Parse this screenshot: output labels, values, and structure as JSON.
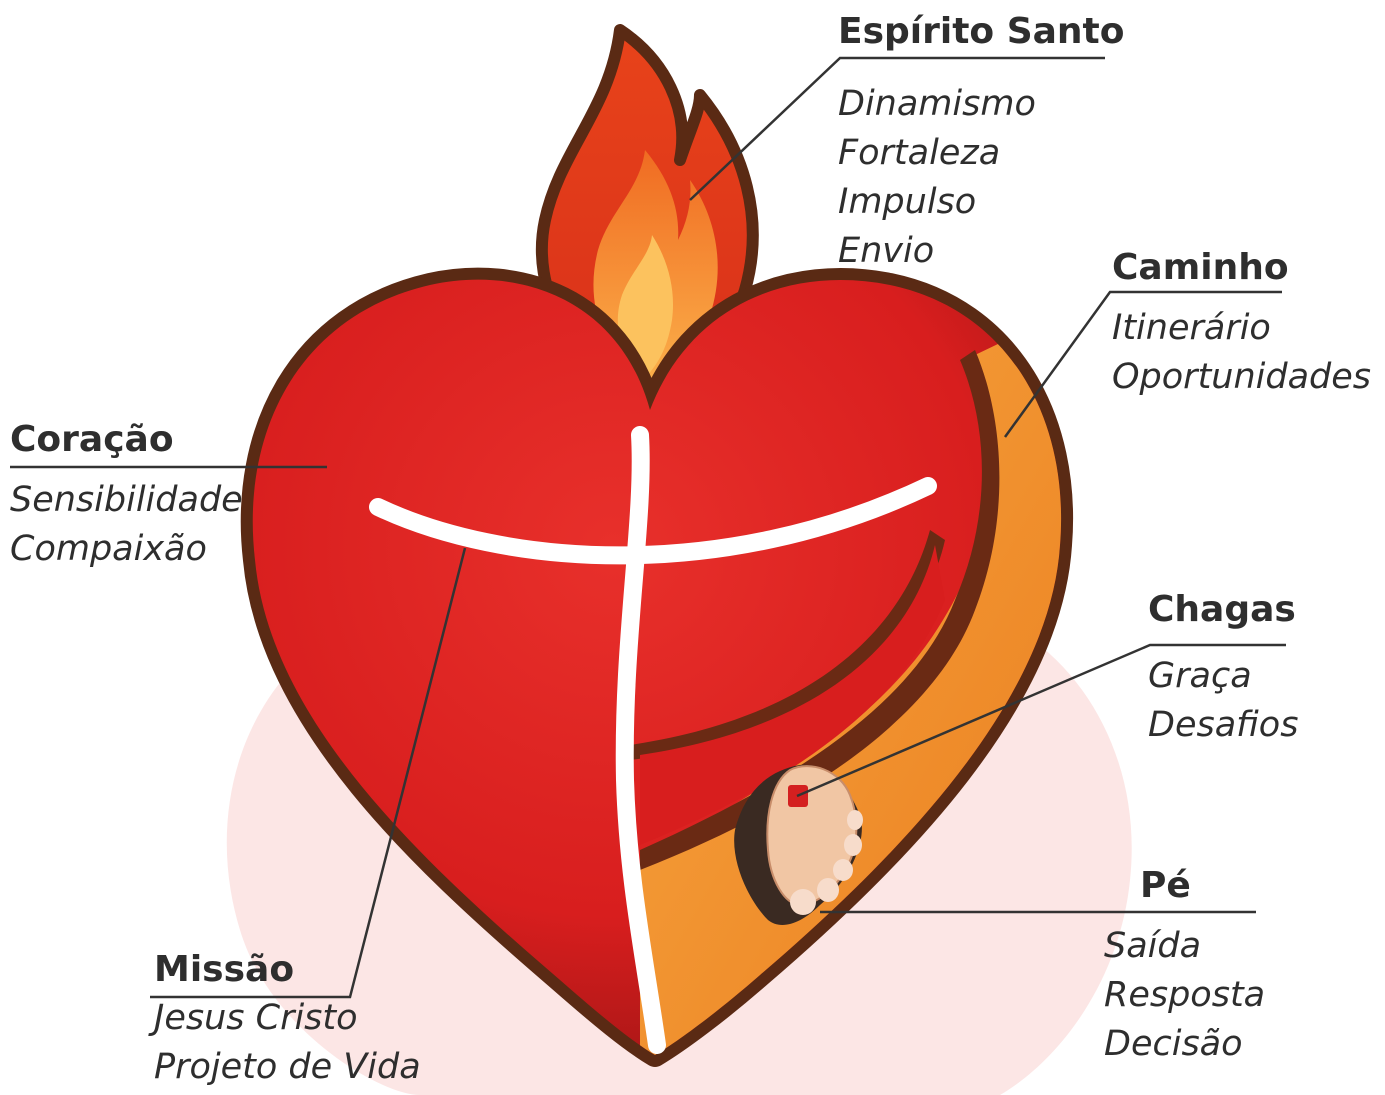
{
  "colors": {
    "outline": "#5a2a14",
    "heart_red": "#d81e1e",
    "heart_orange": "#f39a2c",
    "flame_outer": "#e8431a",
    "flame_inner": "#f9a23a",
    "cross": "#ffffff",
    "leader_line": "#333333"
  },
  "icons": [
    "heart-icon",
    "flame-icon",
    "cross-icon",
    "foot-icon"
  ],
  "labels": {
    "espirito_santo": {
      "title": "Espírito Santo",
      "items": [
        "Dinamismo",
        "Fortaleza",
        "Impulso",
        "Envio"
      ]
    },
    "caminho": {
      "title": "Caminho",
      "items": [
        "Itinerário",
        "Oportunidades"
      ]
    },
    "coracao": {
      "title": "Coração",
      "items": [
        "Sensibilidade",
        "Compaixão"
      ]
    },
    "chagas": {
      "title": "Chagas",
      "items": [
        "Graça",
        "Desafios"
      ]
    },
    "pe": {
      "title": "Pé",
      "items": [
        "Saída",
        "Resposta",
        "Decisão"
      ]
    },
    "missao": {
      "title": "Missão",
      "items": [
        "Jesus Cristo",
        "Projeto de Vida"
      ]
    }
  }
}
